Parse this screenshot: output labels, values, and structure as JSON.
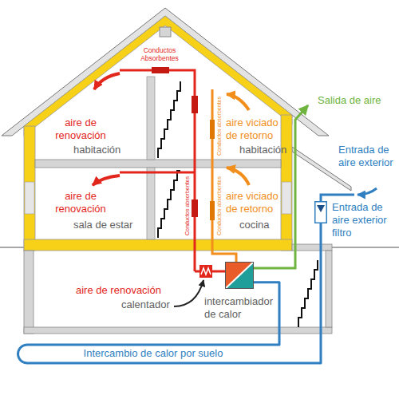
{
  "diagram": {
    "nodes": [
      {
        "text": [
          "Entrada de aire exterior filtro"
        ]
      },
      {
        "text": [
          "intercambiador de calor"
        ]
      }
    ],
    "edges": [
      {
        "from": 0,
        "to": 1,
        "arrow": "none"
      }
    ],
    "labels": [
      "Conductos Absorbentes",
      "aire de renovación",
      "habitación",
      "aire viciado de retorno",
      "habitación",
      "Conductos absorbentes",
      "Salida de aire",
      "Entrada de aire exterior",
      "aire de renovación",
      "sala de estar",
      "Conductos absorbentes",
      "aire viciado de retorno",
      "Conductos absorbentes",
      "cocina",
      "aire de renovación",
      "calentador",
      "Intercambio de calor por suelo"
    ]
  }
}
